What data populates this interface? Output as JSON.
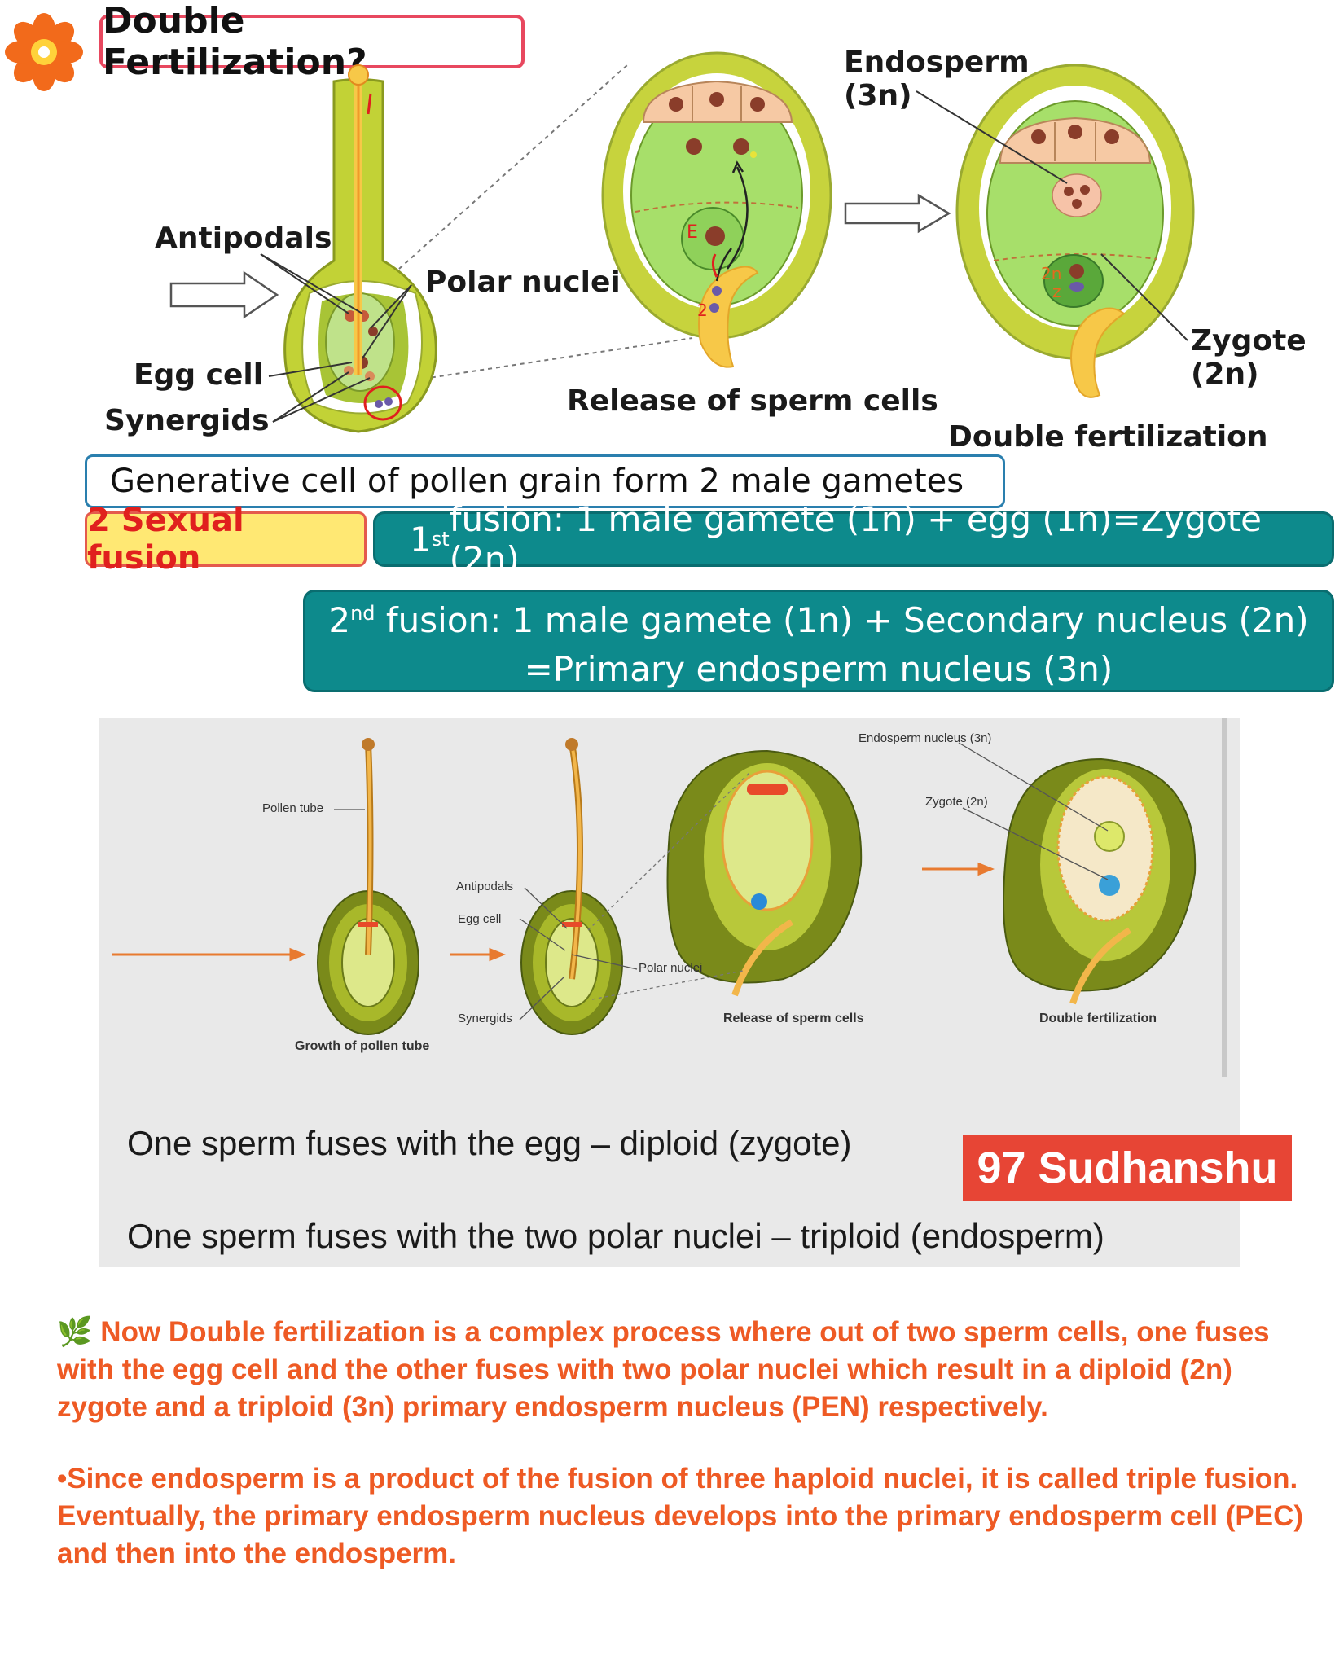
{
  "title": "Double Fertilization?",
  "top_diagram": {
    "antipodals": "Antipodals",
    "polar_nuclei": "Polar nuclei",
    "egg_cell": "Egg cell",
    "synergids": "Synergids",
    "endosperm_line1": "Endosperm",
    "endosperm_line2": "(3n)",
    "zygote_line1": "Zygote",
    "zygote_line2": "(2n)",
    "release": "Release of sperm cells",
    "double_fert": "Double fertilization",
    "mark_e": "E",
    "mark_2": "2",
    "mark_2n": "2n",
    "mark_z": "z"
  },
  "boxes": {
    "generative": "Generative cell of pollen grain form 2 male gametes",
    "sexual_fusion": "2 Sexual fusion",
    "fusion1_num": "1",
    "fusion1_sup": "st",
    "fusion1_text": " fusion: 1 male gamete (1n) + egg (1n)=Zygote (2n)",
    "fusion2_num": "2",
    "fusion2_sup": "nd",
    "fusion2_text": "  fusion: 1 male gamete (1n) + Secondary nucleus (2n)",
    "fusion2_line2": "=Primary endosperm nucleus  (3n)"
  },
  "lower_diagram": {
    "pollen_tube": "Pollen tube",
    "growth": "Growth of pollen tube",
    "antipodals": "Antipodals",
    "egg_cell": "Egg cell",
    "synergids": "Synergids",
    "polar_nuclei": "Polar nuclei",
    "release": "Release of sperm cells",
    "endosperm_nucleus": "Endosperm nucleus (3n)",
    "zygote": "Zygote (2n)",
    "double_fert": "Double fertilization",
    "line1": "One sperm fuses with the egg – diploid (zygote)",
    "line2": "One sperm fuses with the two polar nuclei – triploid (endosperm)"
  },
  "badge": "97 Sudhanshu",
  "para1": "🌿 Now Double fertilization is a complex process where out of two sperm cells, one fuses with the egg cell and the other fuses with two polar nuclei which result in a diploid (2n) zygote and a triploid (3n) primary endosperm nucleus (PEN) respectively.",
  "para2": "•Since endosperm is a product of the fusion of three haploid nuclei, it is called triple fusion. Eventually, the primary endosperm nucleus develops into the primary endosperm cell (PEC) and then into the endosperm.",
  "colors": {
    "accent_red": "#e8485f",
    "teal": "#0d8a8c",
    "orange_text": "#ee5a24",
    "badge_red": "#e74535",
    "yellow": "#ffe873"
  }
}
